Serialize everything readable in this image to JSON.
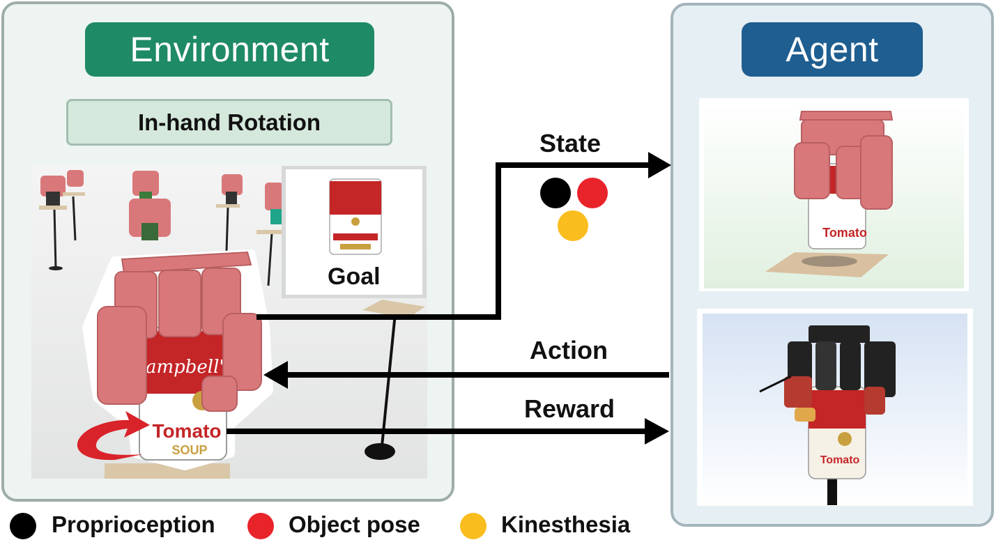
{
  "environment": {
    "title": "Environment",
    "task": "In-hand Rotation",
    "goal_label": "Goal"
  },
  "agent": {
    "title": "Agent"
  },
  "arrows": {
    "state": "State",
    "action": "Action",
    "reward": "Reward"
  },
  "state_components": [
    {
      "name": "Proprioception",
      "color": "#000000"
    },
    {
      "name": "Object pose",
      "color": "#e8232a"
    },
    {
      "name": "Kinesthesia",
      "color": "#f9bd1e"
    }
  ],
  "legend": [
    {
      "label": "Proprioception",
      "color": "#000000"
    },
    {
      "label": "Object pose",
      "color": "#e8232a"
    },
    {
      "label": "Kinesthesia",
      "color": "#f9bd1e"
    }
  ],
  "can": {
    "brand": "Campbell's",
    "flavor": "Tomato",
    "type": "SOUP"
  },
  "colors": {
    "environment_accent": "#1f8a66",
    "agent_accent": "#1f5e90",
    "robot_hand": "#d9787a",
    "rotation_arrow": "#d9232a"
  }
}
